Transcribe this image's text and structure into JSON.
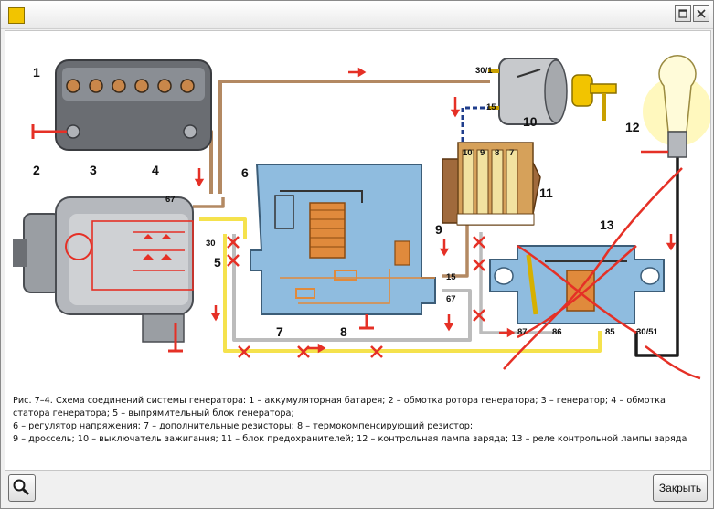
{
  "window": {
    "title": "",
    "close_button_label": "Закрыть"
  },
  "diagram": {
    "callouts": [
      "1",
      "2",
      "3",
      "4",
      "5",
      "6",
      "7",
      "8",
      "9",
      "10",
      "11",
      "12",
      "13"
    ],
    "terminals": {
      "t67_generator": "67",
      "t30_generator": "30",
      "t30_1": "30/1",
      "t15_switch": "15",
      "t15_regulator": "15",
      "t67_regulator": "67",
      "t87": "87",
      "t86": "86",
      "t85": "85",
      "t30_51": "30/51",
      "fuse_10": "10",
      "fuse_9": "9",
      "fuse_8": "8",
      "fuse_7": "7"
    },
    "colors": {
      "accent_red": "#e53026",
      "housing_blue": "#8fbcdf",
      "wire_brown": "#b38962",
      "wire_yellow": "#f5e24d",
      "wire_gray": "#bcbcbc",
      "copper": "#e08a3c"
    }
  },
  "caption": {
    "lines": [
      "Рис. 7–4. Схема соединений системы генератора: 1 – аккумуляторная батарея; 2 – обмотка ротора генератора; 3 – генератор; 4 – обмотка",
      "статора генератора; 5 – выпрямительный блок генератора;",
      "6 – регулятор напряжения; 7 – дополнительные резисторы; 8 – термокомпенсирующий резистор;",
      "9 – дроссель; 10 – выключатель зажигания; 11 – блок предохранителей; 12 – контрольная лампа заряда; 13 – реле контрольной лампы заряда"
    ]
  }
}
